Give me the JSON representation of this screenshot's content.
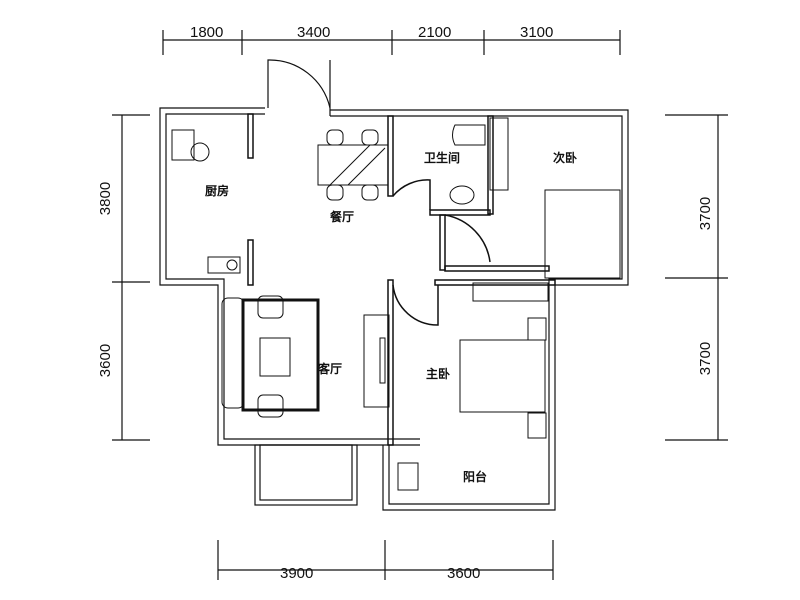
{
  "dimensions": {
    "top": [
      "1800",
      "3400",
      "2100",
      "3100"
    ],
    "bottom": [
      "3900",
      "3600"
    ],
    "left": [
      "3800",
      "3600"
    ],
    "right": [
      "3700",
      "3700"
    ]
  },
  "rooms": {
    "kitchen": "厨房",
    "dining": "餐厅",
    "bathroom": "卫生间",
    "second_bedroom": "次卧",
    "living_room": "客厅",
    "master_bedroom": "主卧",
    "balcony": "阳台"
  },
  "colors": {
    "line": "#111111",
    "background": "#ffffff"
  }
}
